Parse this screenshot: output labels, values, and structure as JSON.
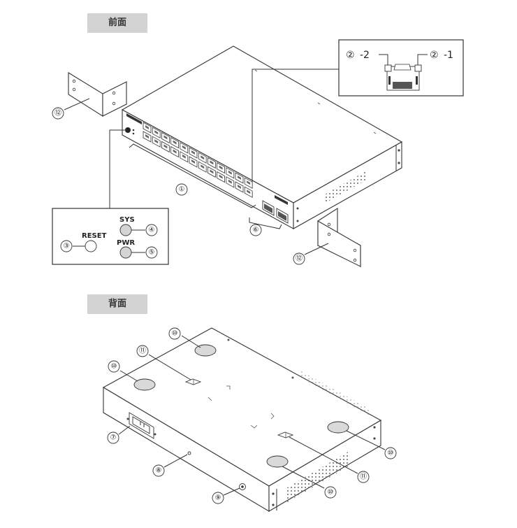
{
  "sections": {
    "front": "前面",
    "back": "背面"
  },
  "led_callout": {
    "reset": "RESET",
    "sys": "SYS",
    "pwr": "PWR"
  },
  "port_callout": {
    "left": "-2",
    "right": "-1",
    "num": "②"
  },
  "markers": {
    "m1": "①",
    "m2": "②",
    "m3": "③",
    "m4": "④",
    "m5": "⑤",
    "m6": "⑥",
    "m7": "⑦",
    "m8": "⑧",
    "m9": "⑨",
    "m10": "⑩",
    "m11": "⑪",
    "m12": "⑫"
  }
}
